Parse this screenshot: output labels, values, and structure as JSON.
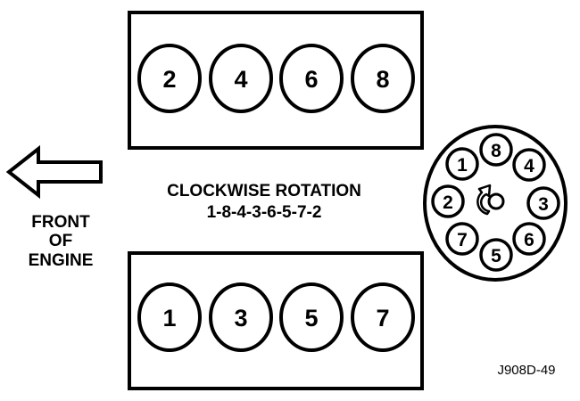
{
  "diagram": {
    "bank_top": {
      "cylinders": [
        "2",
        "4",
        "6",
        "8"
      ]
    },
    "bank_bottom": {
      "cylinders": [
        "1",
        "3",
        "5",
        "7"
      ]
    },
    "front_label": {
      "line1": "FRONT",
      "line2": "OF",
      "line3": "ENGINE"
    },
    "rotation": {
      "title": "CLOCKWISE ROTATION",
      "order": "1-8-4-3-6-5-7-2"
    },
    "distributor": {
      "terminals": [
        "8",
        "4",
        "3",
        "6",
        "5",
        "7",
        "2",
        "1"
      ]
    },
    "figure_id": "J908D-49"
  }
}
